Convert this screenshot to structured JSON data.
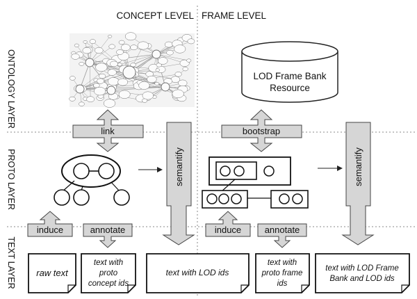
{
  "columns": {
    "concept": "CONCEPT LEVEL",
    "frame": "FRAME LEVEL"
  },
  "layers": {
    "ontology": "ONTOLOGY LAYER",
    "proto": "PROTO LAYER",
    "text": "TEXT LAYER"
  },
  "ontology": {
    "frame_bank_line1": "LOD Frame Bank",
    "frame_bank_line2": "Resource"
  },
  "arrows": {
    "link": "link",
    "bootstrap": "bootstrap",
    "semantify_concept": "semantify",
    "semantify_frame": "semantify",
    "induce_concept": "induce",
    "annotate_concept": "annotate",
    "induce_frame": "induce",
    "annotate_frame": "annotate"
  },
  "docs": {
    "raw_text": [
      "raw text"
    ],
    "proto_concept": [
      "text with",
      "proto",
      "concept ids"
    ],
    "lod_ids": [
      "text with LOD ids"
    ],
    "proto_frame": [
      "text with",
      "proto frame",
      "ids"
    ],
    "frame_bank": [
      "text with LOD Frame",
      "Bank and LOD ids"
    ]
  },
  "colors": {
    "arrow_fill": "#d6d6d6",
    "stroke": "#444444",
    "divider": "#888888"
  }
}
